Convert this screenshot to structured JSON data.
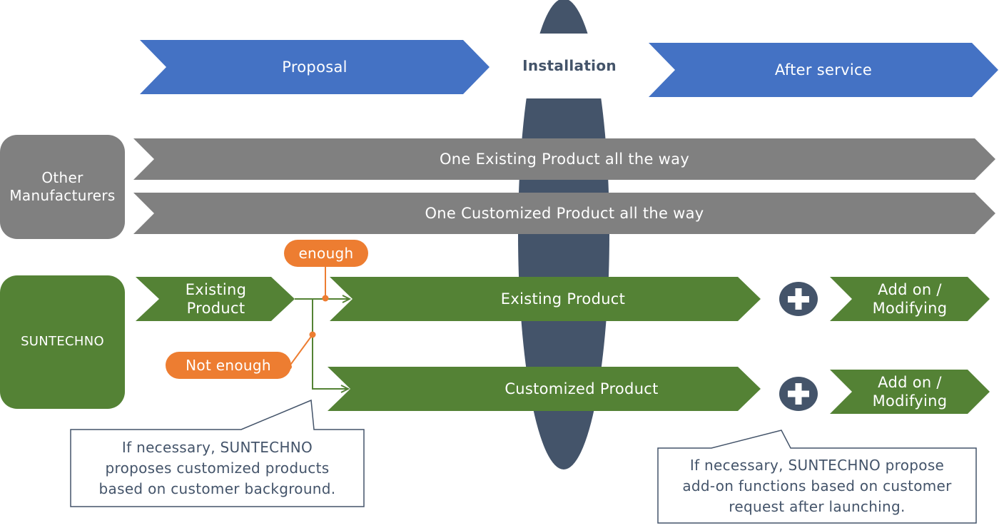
{
  "colors": {
    "blue": "#4472c4",
    "gray": "#808080",
    "green": "#548235",
    "orange": "#ed7d31",
    "navy": "#44546a",
    "white": "#ffffff"
  },
  "phases": {
    "proposal": "Proposal",
    "installation": "Installation",
    "after_service": "After service"
  },
  "other_manufacturers": {
    "label": "Other\nManufacturers",
    "flows": [
      "One Existing Product all the way",
      "One Customized  Product all the way"
    ]
  },
  "suntechno": {
    "label": "SUNTECHNO",
    "start": "Existing\nProduct",
    "decision_yes": "enough",
    "decision_no": "Not enough",
    "existing_product": "Existing Product",
    "customized_product": "Customized  Product",
    "plus_icon": "plus-icon",
    "add_on_1": "Add on /\nModifying",
    "add_on_2": "Add on /\nModifying"
  },
  "notes": {
    "left": "If necessary, SUNTECHNO\nproposes customized products\nbased on customer background.",
    "right": "If necessary, SUNTECHNO propose\nadd-on functions based on customer\nrequest after launching."
  }
}
